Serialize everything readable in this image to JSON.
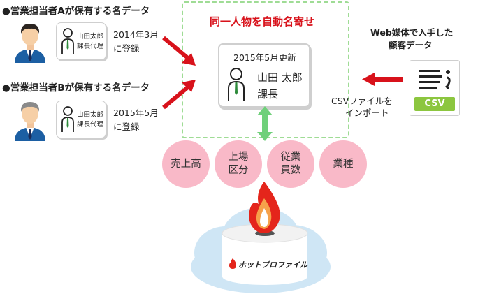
{
  "person_a": {
    "heading": "●営業担当者Aが保有する名データ",
    "card_name": "山田太郎",
    "card_title": "課長代理",
    "date_line1": "2014年3月",
    "date_line2": "に登録"
  },
  "person_b": {
    "heading": "●営業担当者Bが保有する名データ",
    "card_name": "山田太郎",
    "card_title": "課長代理",
    "date_line1": "2015年5月",
    "date_line2": "に登録"
  },
  "merge": {
    "title": "同一人物を自動名寄せ",
    "updated": "2015年5月更新",
    "name": "山田 太郎",
    "title_role": "課長"
  },
  "attributes": [
    {
      "label": "売上高"
    },
    {
      "label": "上場\n区分"
    },
    {
      "label": "従業\n員数"
    },
    {
      "label": "業種"
    }
  ],
  "web_data": {
    "heading_line1": "Web媒体で入手した",
    "heading_line2": "顧客データ",
    "csv_label": "CSV",
    "import_line1": "CSVファイルを",
    "import_line2": "インポート"
  },
  "brand": {
    "name": "ホットプロファイル"
  },
  "colors": {
    "arrow_red": "#d8121b",
    "dashed_green": "#9fdc95",
    "arrow_green": "#6fd07a",
    "circle_pink": "#f9b9c8",
    "cloud_blue": "#cfe6f5",
    "flame_red": "#e4251b",
    "csv_green": "#8cc63f"
  },
  "icons": {
    "person_a_avatar": "businessman-avatar-icon",
    "person_b_avatar": "gray-haired-businessman-avatar-icon",
    "card_person": "person-outline-icon",
    "document": "document-lines-icon",
    "flame": "flame-icon",
    "cloud": "cloud-icon"
  }
}
